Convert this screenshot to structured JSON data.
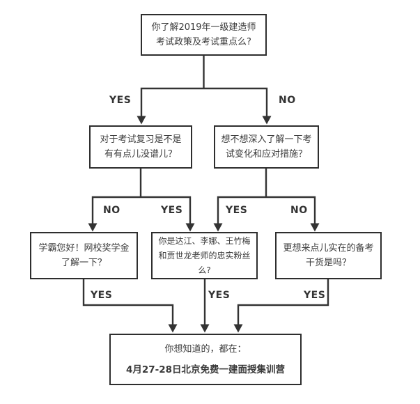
{
  "flowchart": {
    "colors": {
      "line": "#333333",
      "border": "#2e2e2e",
      "text": "#3a3a3a",
      "background": "#ffffff"
    },
    "nodes": {
      "start": {
        "line1": "你了解2019年一级建造师",
        "line2": "考试政策及考试重点么?"
      },
      "review": {
        "line1": "对于考试复习是不是",
        "line2": "有有点儿没谱儿？"
      },
      "changes": {
        "line1": "想不想深入了解一下考",
        "line2": "试变化和应对措施？"
      },
      "scholarship": {
        "line1": "学霸您好！网校奖学金",
        "line2": "了解一下？"
      },
      "fans": {
        "line1": "你是达江、李娜、王竹梅",
        "line2": "和贾世龙老师的忠实粉丝么?"
      },
      "drygoods": {
        "line1": "更想来点儿实在的备考",
        "line2": "干货是吗？"
      },
      "result": {
        "line1": "你想知道的，都在：",
        "line2": "4月27-28日北京免费一建面授集训营"
      }
    },
    "branch_labels": {
      "level1_yes": "YES",
      "level1_no": "NO",
      "level2_left_no": "NO",
      "level2_left_yes": "YES",
      "level2_right_yes": "YES",
      "level2_right_no": "NO",
      "bottom_left_yes": "YES",
      "bottom_mid_yes": "YES",
      "bottom_right_yes": "YES"
    }
  }
}
